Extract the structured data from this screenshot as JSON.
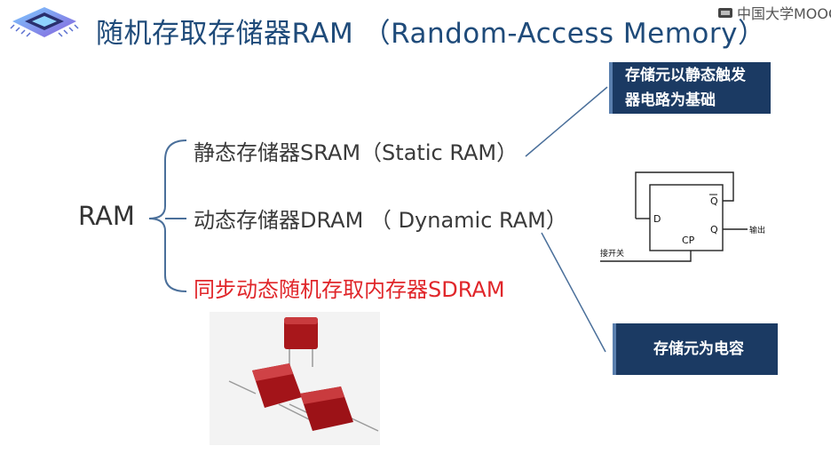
{
  "title": "随机存取存储器RAM （Random-Access Memory）",
  "watermark": "中国大学MOOC",
  "root_label": "RAM",
  "items": [
    {
      "label": "静态存储器SRAM（Static RAM）",
      "color": "#3a3a3a"
    },
    {
      "label": "动态存储器DRAM （ Dynamic RAM）",
      "color": "#3a3a3a"
    },
    {
      "label": "同步动态随机存取内存器SDRAM",
      "color": "#e0262a"
    }
  ],
  "notes": {
    "sram_line1": "存储元以静态触发",
    "sram_line2": "器电路为基础",
    "dram": "存储元为电容"
  },
  "circuit": {
    "d": "D",
    "q_bar": "Q",
    "q": "Q",
    "cp": "CP",
    "output": "输出",
    "switch": "接开关"
  },
  "colors": {
    "title": "#1f4b7a",
    "box_bg": "#1b3a63",
    "accent_red": "#e0262a",
    "line": "#4a6f9a"
  },
  "icons": [
    "chip-logo-icon",
    "mooc-logo-icon",
    "capacitor-photo",
    "d-flipflop-diagram"
  ]
}
